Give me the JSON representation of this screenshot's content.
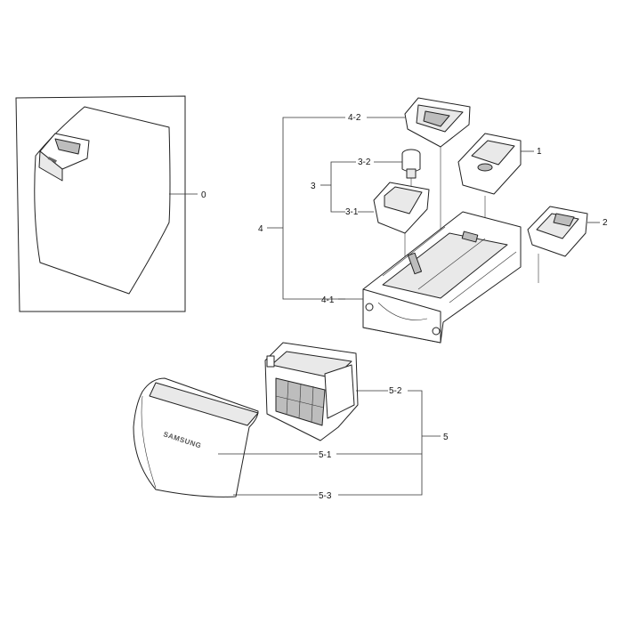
{
  "labels": {
    "p0": "0",
    "p1": "1",
    "p2": "2",
    "p3": "3",
    "p3_1": "3-1",
    "p3_2": "3-2",
    "p4": "4",
    "p4_1": "4-1",
    "p4_2": "4-2",
    "p5": "5",
    "p5_1": "5-1",
    "p5_2": "5-2",
    "p5_3": "5-3"
  },
  "brand": "SAMSUNG"
}
